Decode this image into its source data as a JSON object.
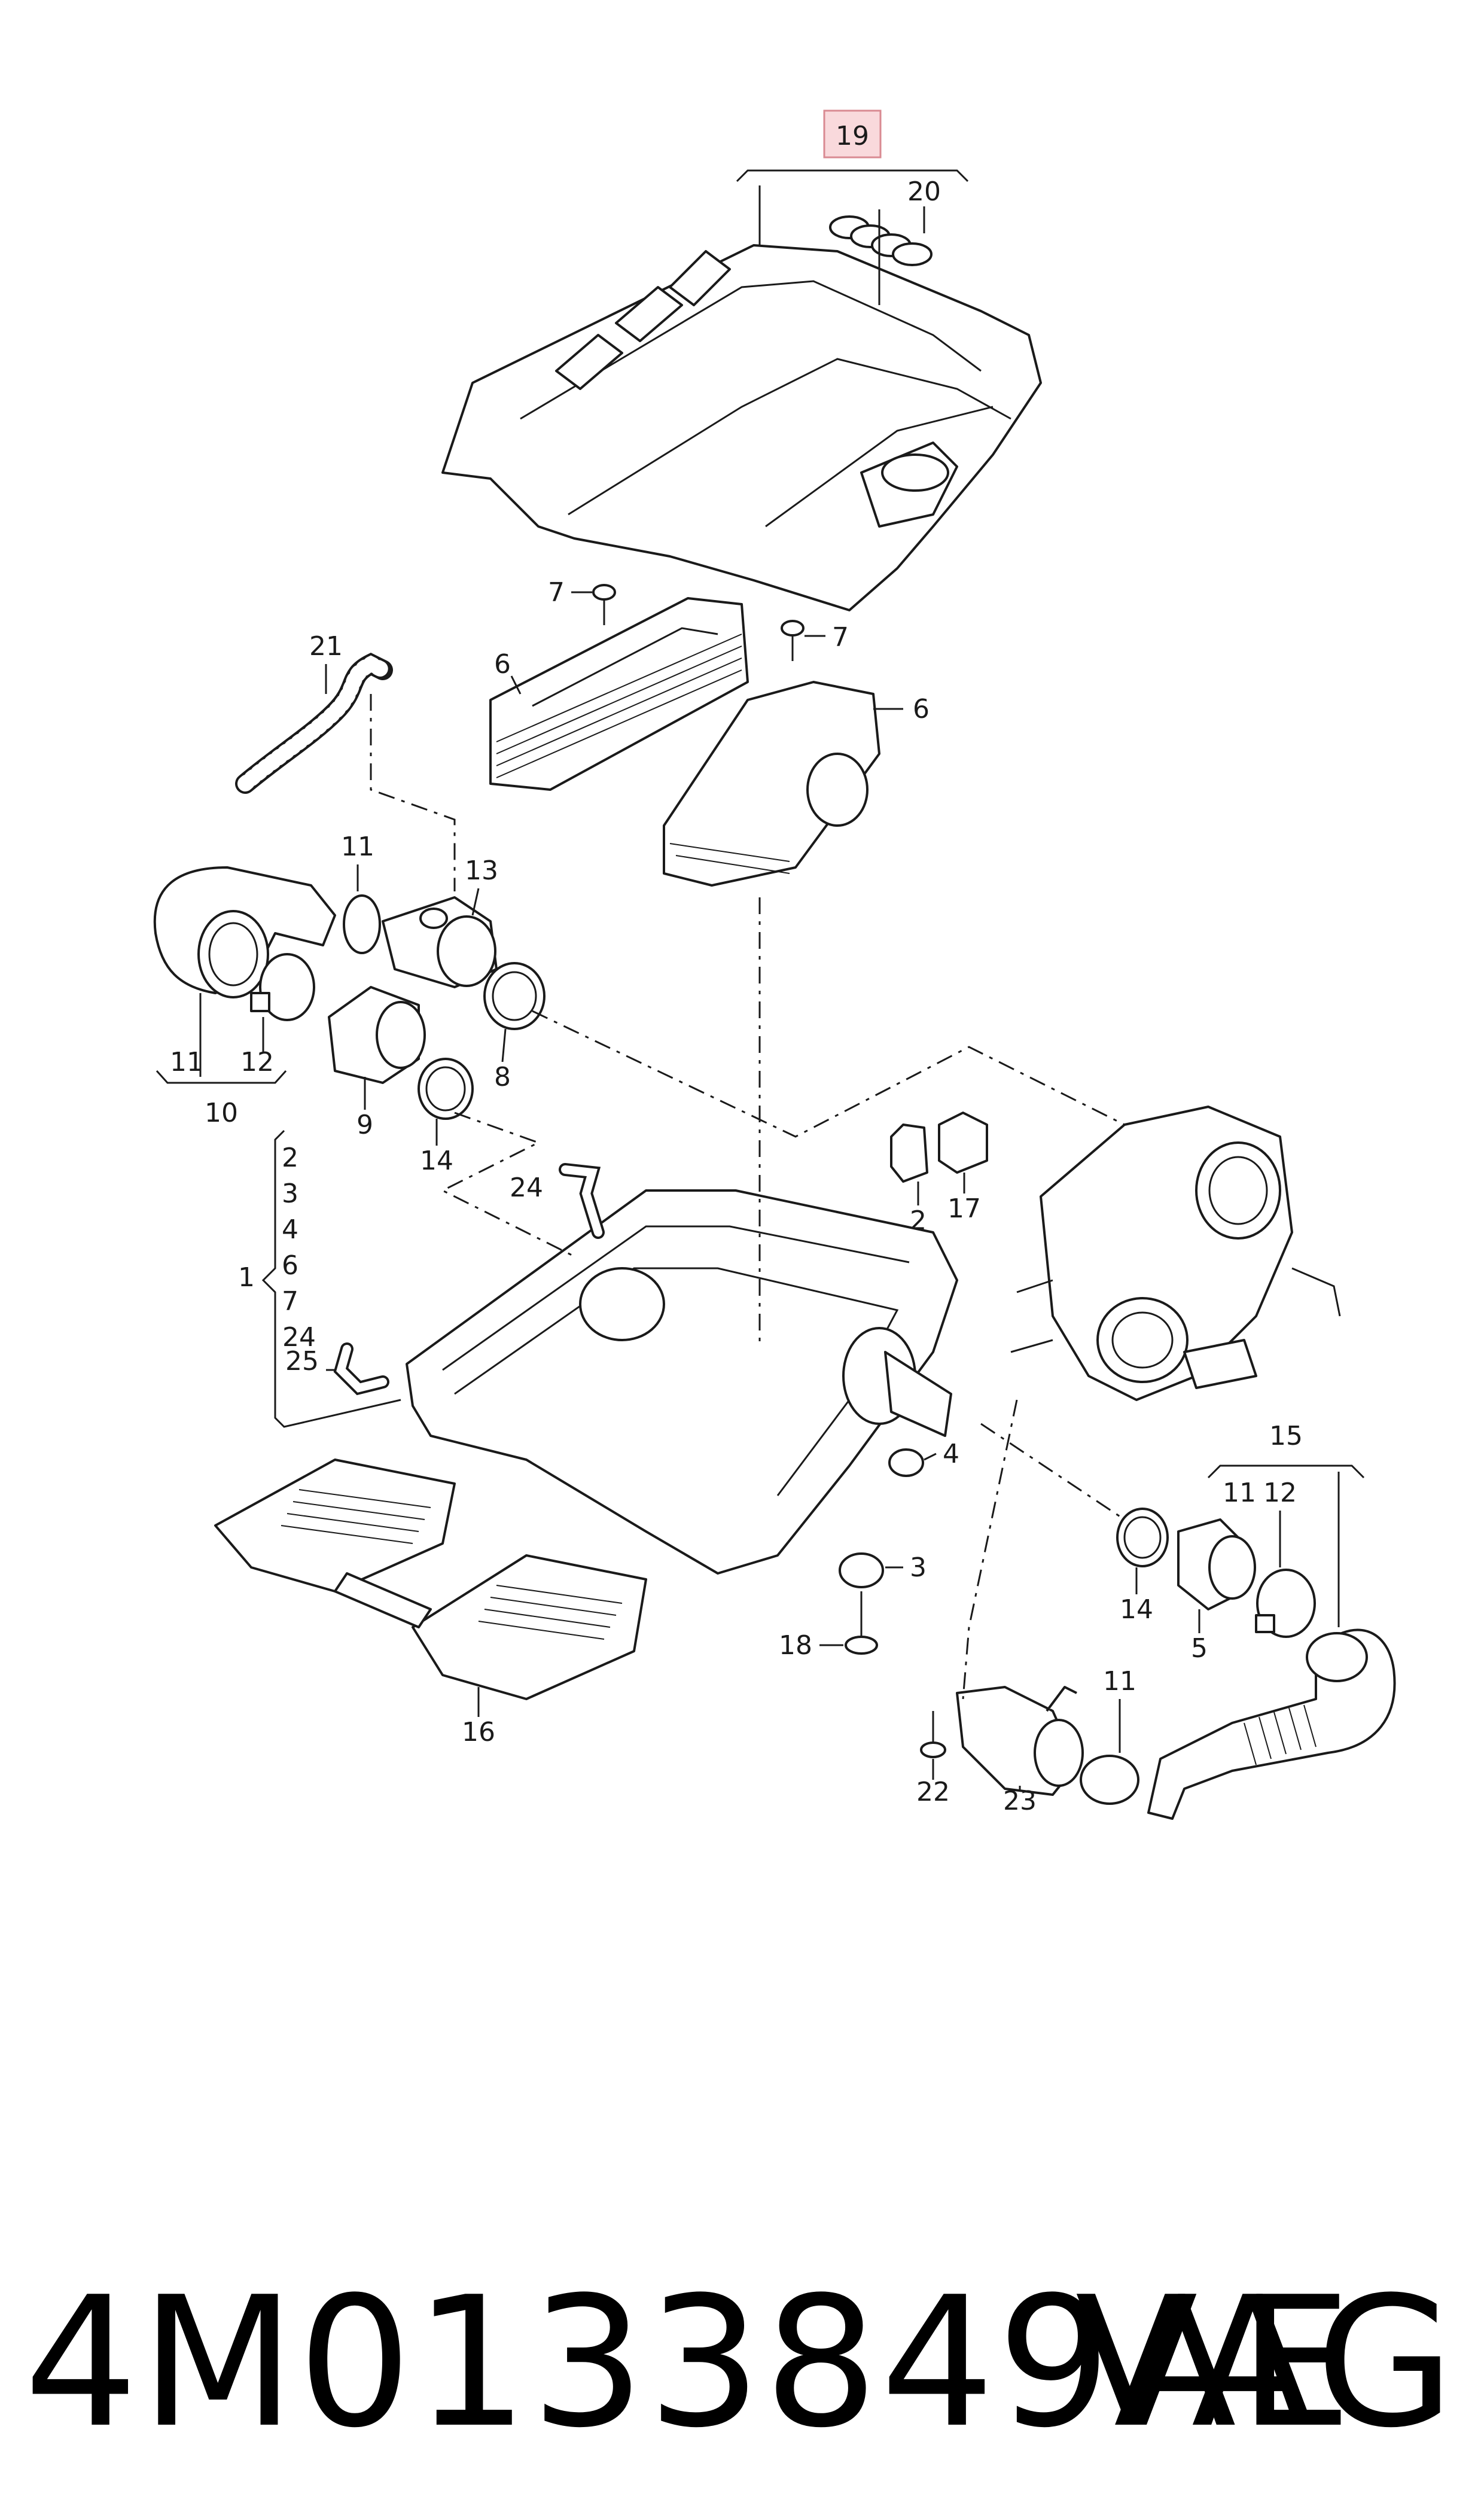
{
  "callouts": {
    "c19": "19",
    "c20": "20",
    "c7a": "7",
    "c7b": "7",
    "c6a": "6",
    "c6b": "6",
    "c21": "21",
    "c11a": "11",
    "c13": "13",
    "c11b": "11",
    "c12a": "12",
    "c10": "10",
    "c9": "9",
    "c14a": "14",
    "c8": "8",
    "c2a": "2",
    "c17": "17",
    "list": [
      "2",
      "3",
      "4",
      "6",
      "7",
      "24",
      "25"
    ],
    "c1": "1",
    "c24": "24",
    "c25": "25",
    "c4": "4",
    "c3": "3",
    "c18": "18",
    "c16": "16",
    "c15": "15",
    "c11c": "11",
    "c12b": "12",
    "c14b": "14",
    "c5": "5",
    "c11d": "11",
    "c22": "22",
    "c23": "23"
  },
  "footer": {
    "part_number": "4M0133849AE",
    "brand": "VAG"
  }
}
